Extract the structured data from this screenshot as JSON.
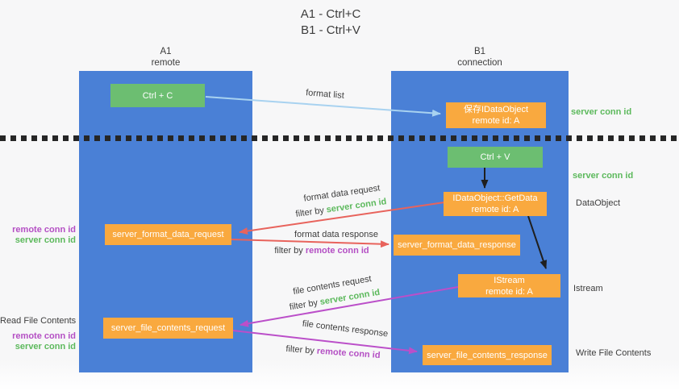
{
  "title": {
    "line1": "A1 - Ctrl+C",
    "line2": "B1 - Ctrl+V"
  },
  "lanes": {
    "a1": {
      "name": "A1",
      "role": "remote"
    },
    "b1": {
      "name": "B1",
      "role": "connection"
    }
  },
  "nodes": {
    "ctrl_c": {
      "label": "Ctrl + C"
    },
    "save_dataobject": {
      "line1": "保存IDataObject",
      "line2": "remote id: A"
    },
    "ctrl_v": {
      "label": "Ctrl + V"
    },
    "getdata": {
      "line1": "IDataObject::GetData",
      "line2": "remote id: A"
    },
    "format_request": {
      "label": "server_format_data_request"
    },
    "format_response": {
      "label": "server_format_data_response"
    },
    "istream": {
      "line1": "IStream",
      "line2": "remote id: A"
    },
    "file_request": {
      "label": "server_file_contents_request"
    },
    "file_response": {
      "label": "server_file_contents_response"
    }
  },
  "side_labels": {
    "server_conn_id_top": "server conn id",
    "server_conn_id_mid": "server conn id",
    "dataobject": "DataObject",
    "istream": "Istream",
    "write_file": "Write File Contents",
    "read_file": "Read File Contents",
    "remote_conn_id_mid": "remote conn id",
    "server_conn_id_left_mid": "server conn id",
    "remote_conn_id_bottom": "remote conn id",
    "server_conn_id_left_bottom": "server conn id"
  },
  "edge_labels": {
    "format_list": "format list",
    "format_data_request": "format data request",
    "format_data_response": "format data response",
    "file_contents_request": "file contents request",
    "file_contents_response": "file contents response",
    "filter_by": "filter by",
    "server_conn_id": "server conn id",
    "remote_conn_id": "remote conn id"
  },
  "colors": {
    "panel_blue": "#4A80D6",
    "box_green": "#6CBE71",
    "box_orange": "#F9A93F",
    "arrow_blue": "#A8D2F0",
    "arrow_red": "#E8635C",
    "arrow_purple": "#BB4FC9",
    "ink": "#1F1F1F",
    "text_dark": "#3D3D3D",
    "text_green": "#5CB95C",
    "text_purple": "#B44FC4",
    "bg": "#F7F7F8"
  }
}
